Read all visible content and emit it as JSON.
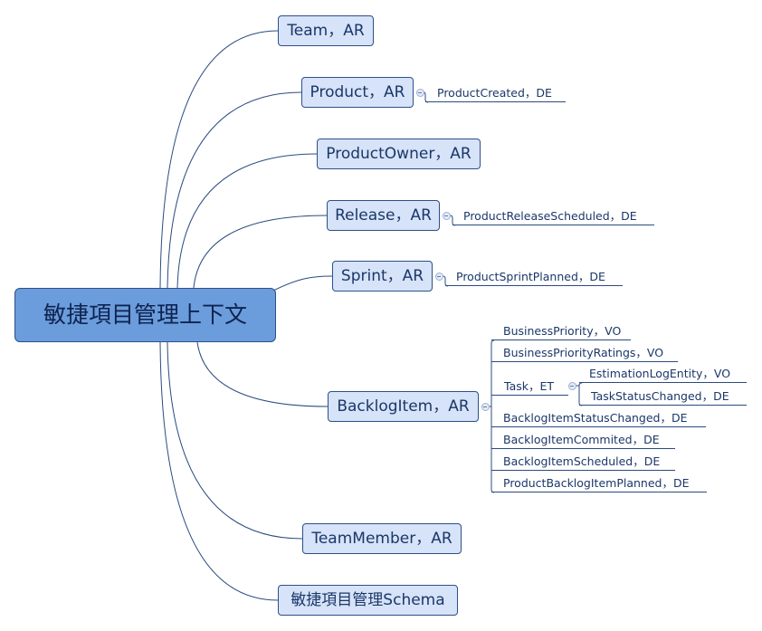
{
  "central_topic": {
    "label": "敏捷項目管理上下文"
  },
  "topics": [
    {
      "label": "Team，AR"
    },
    {
      "label": "Product，AR",
      "children": [
        {
          "label": "ProductCreated，DE"
        }
      ]
    },
    {
      "label": "ProductOwner，AR"
    },
    {
      "label": "Release，AR",
      "children": [
        {
          "label": "ProductReleaseScheduled，DE"
        }
      ]
    },
    {
      "label": "Sprint，AR",
      "children": [
        {
          "label": "ProductSprintPlanned，DE"
        }
      ]
    },
    {
      "label": "BacklogItem，AR",
      "children": [
        {
          "label": "BusinessPriority，VO"
        },
        {
          "label": "BusinessPriorityRatings，VO"
        },
        {
          "label": "Task，ET",
          "children": [
            {
              "label": "EstimationLogEntity，VO"
            },
            {
              "label": "TaskStatusChanged，DE"
            }
          ]
        },
        {
          "label": "BacklogItemStatusChanged，DE"
        },
        {
          "label": "BacklogItemCommited，DE"
        },
        {
          "label": "BacklogItemScheduled，DE"
        },
        {
          "label": "ProductBacklogItemPlanned，DE"
        }
      ]
    },
    {
      "label": "TeamMember，AR"
    },
    {
      "label": "敏捷項目管理Schema"
    }
  ],
  "icons": {
    "collapse": "minus-circle-icon"
  },
  "colors": {
    "central_fill": "#6b9cdb",
    "central_text": "#0e2350",
    "topic_fill": "#d6e3f8",
    "topic_border": "#2e4f86",
    "line": "#2b4b80",
    "text": "#1b3769",
    "collapse_fill": "#e3eaf6",
    "collapse_stroke": "#9cb0d0",
    "collapse_mark": "#5f7db0"
  }
}
